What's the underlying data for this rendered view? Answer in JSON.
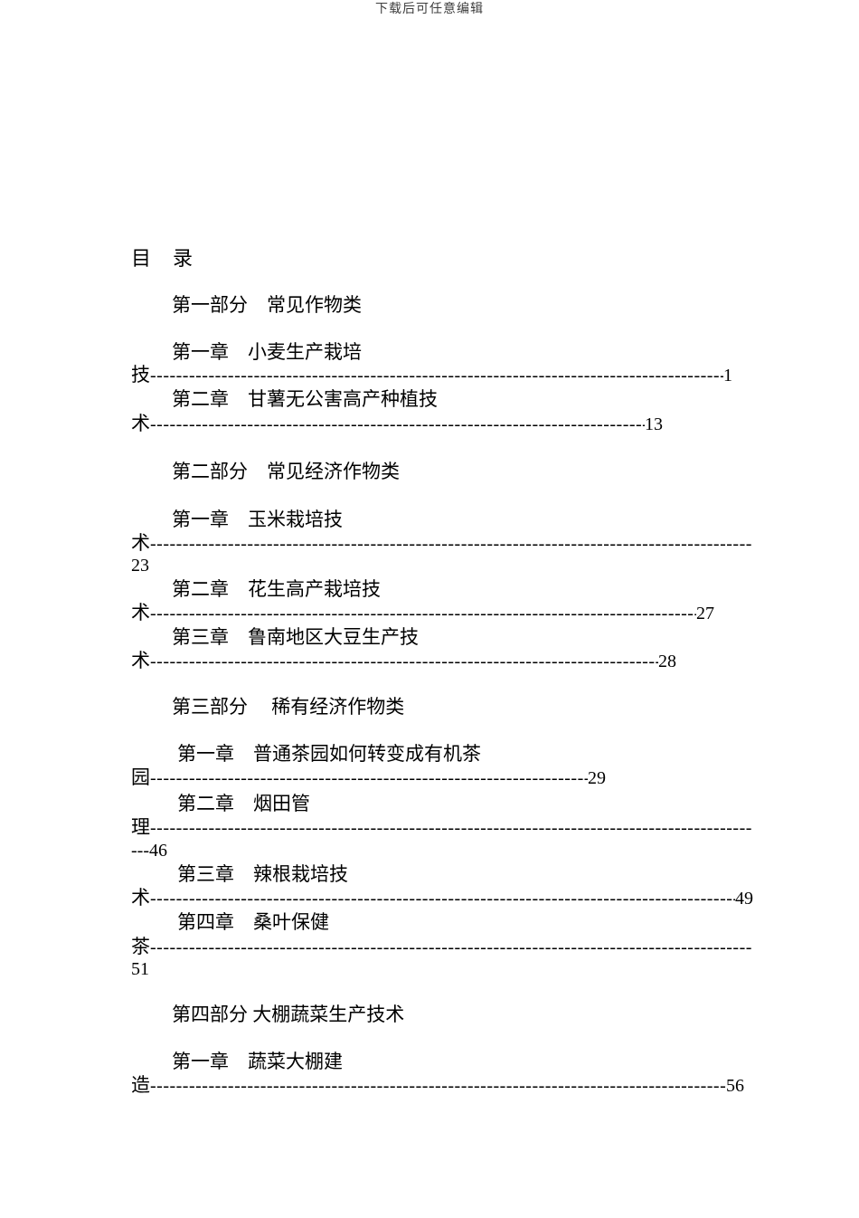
{
  "doc": {
    "header": "下载后可任意编辑",
    "dash_fill": "----------------------------------------------------------------------------------------------------------------------------------"
  },
  "toc": {
    "title": "目　录",
    "lines": [
      {
        "text": "第一部分　常见作物类"
      },
      {
        "text": "第一章　小麦生产栽培"
      },
      {
        "wrap": "技",
        "page": "1"
      },
      {
        "text": "第二章　甘薯无公害高产种植技"
      },
      {
        "wrap": "术",
        "page": "13"
      },
      {
        "text": "第二部分　常见经济作物类"
      },
      {
        "text": "第一章　玉米栽培技"
      },
      {
        "wrap": "术",
        "page": ""
      },
      {
        "text": "23"
      },
      {
        "text": "第二章　花生高产栽培技"
      },
      {
        "wrap": "术",
        "page": "27"
      },
      {
        "text": "第三章　鲁南地区大豆生产技"
      },
      {
        "wrap": "术",
        "page": "28"
      },
      {
        "text": "第三部分　 稀有经济作物类"
      },
      {
        "text": "第一章　普通茶园如何转变成有机茶"
      },
      {
        "wrap": "园",
        "page": "29"
      },
      {
        "text": "第二章　烟田管"
      },
      {
        "wrap": "理",
        "page": ""
      },
      {
        "text": "---46"
      },
      {
        "text": "第三章　辣根栽培技"
      },
      {
        "wrap": "术",
        "page": "49"
      },
      {
        "text": "第四章　桑叶保健"
      },
      {
        "wrap": "茶",
        "page": ""
      },
      {
        "text": "51"
      },
      {
        "text": "第四部分 大棚蔬菜生产技术"
      },
      {
        "text": "第一章　蔬菜大棚建"
      },
      {
        "wrap": "造",
        "page": "56"
      }
    ]
  }
}
